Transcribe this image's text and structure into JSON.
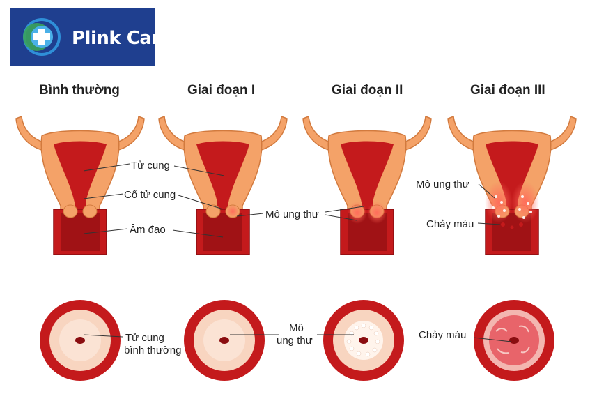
{
  "brand": {
    "name": "Plink Care",
    "color": "#1f3f8f"
  },
  "stages": [
    {
      "title": "Bình thường"
    },
    {
      "title": "Giai đoạn I"
    },
    {
      "title": "Giai đoạn II"
    },
    {
      "title": "Giai đoạn III"
    }
  ],
  "labels": {
    "uterus": "Tử cung",
    "cervix": "Cổ tử cung",
    "vagina": "Âm đạo",
    "tumor_stage2": "Mô ung thư",
    "tumor_stage3": "Mô ung thư",
    "bleeding_stage3": "Chảy máu",
    "normal_cervix_line1": "Tử cung",
    "normal_cervix_line2": "bình thường",
    "tumor_ring_line1": "Mô",
    "tumor_ring_line2": "ung thư",
    "bleeding_ring": "Chảy máu"
  },
  "colors": {
    "tissue": "#f4a268",
    "inner": "#c41a1c",
    "dark": "#8a0d10",
    "tumor": "#ff5a4a"
  }
}
